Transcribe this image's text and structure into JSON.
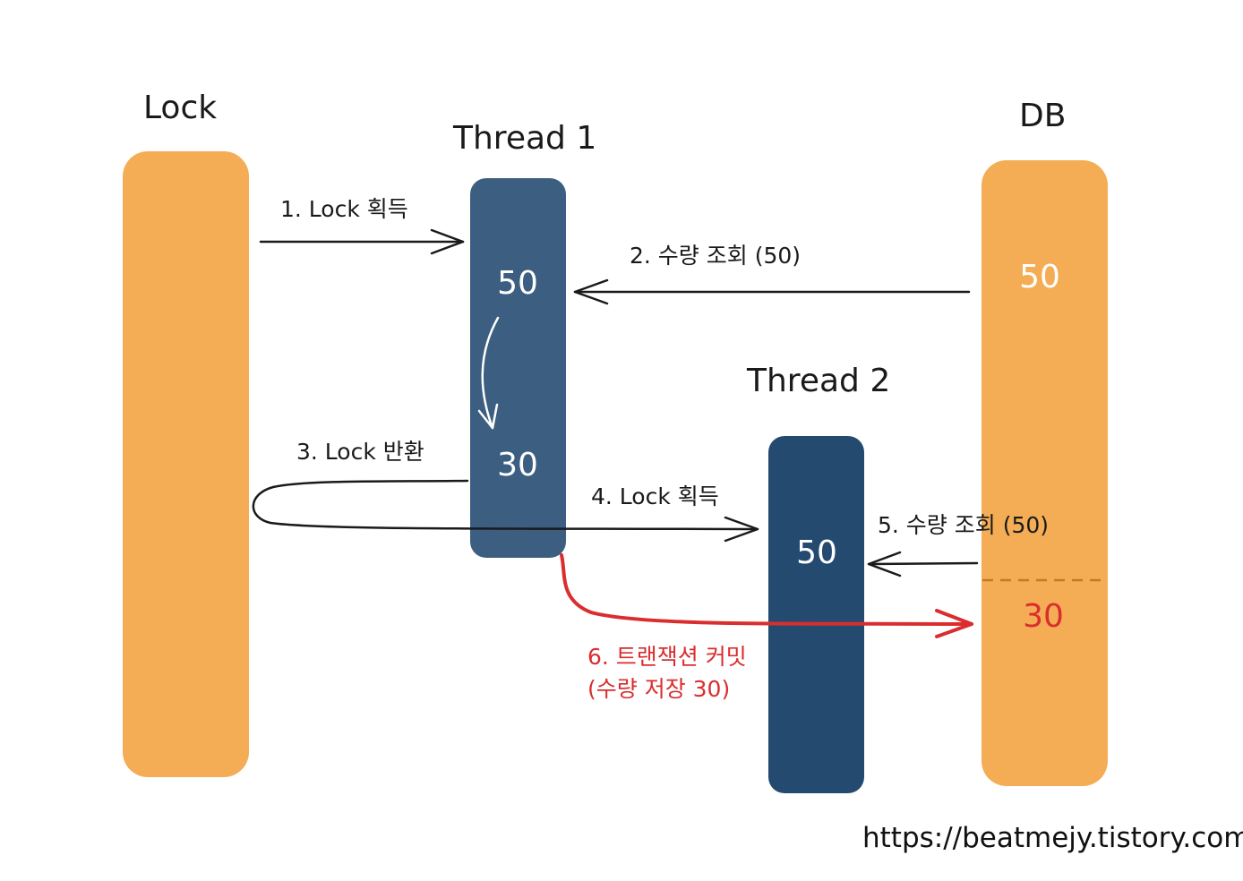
{
  "colors": {
    "lock_db_bar": "#F4AD55",
    "thread1_bar": "#3C5E80",
    "thread2_bar": "#244A70",
    "commit_red": "#DA2E2E",
    "dashed_line": "#C47A1E"
  },
  "participants": {
    "lock": "Lock",
    "thread1": "Thread 1",
    "thread2": "Thread 2",
    "db": "DB"
  },
  "values": {
    "thread1_read": "50",
    "thread1_after": "30",
    "thread2_read": "50",
    "db_before": "50",
    "db_after": "30"
  },
  "steps": {
    "s1": "1. Lock 획득",
    "s2": "2. 수량 조회 (50)",
    "s3": "3. Lock 반환",
    "s4": "4. Lock 획득",
    "s5": "5. 수량 조회 (50)",
    "s6_line1": "6. 트랜잭션 커밋",
    "s6_line2": "(수량 저장 30)"
  },
  "footer": "https://beatmejy.tistory.com"
}
